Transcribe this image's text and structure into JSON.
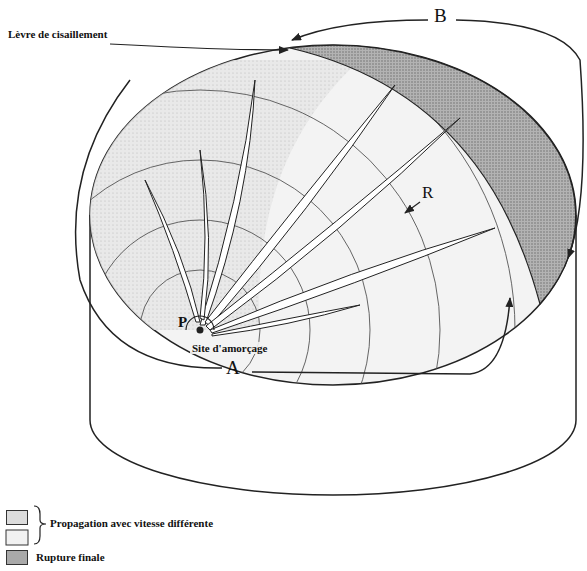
{
  "diagram": {
    "labels": [
      "Lèvre de cisaillement",
      "B",
      "R",
      "P",
      "Site d'amorçage",
      "A"
    ],
    "legend": [
      {
        "text": "Propagation avec vitesse différente",
        "color": "#dcdcdc"
      },
      {
        "text": "Rupture finale",
        "color": "#a9a9a9"
      }
    ]
  }
}
